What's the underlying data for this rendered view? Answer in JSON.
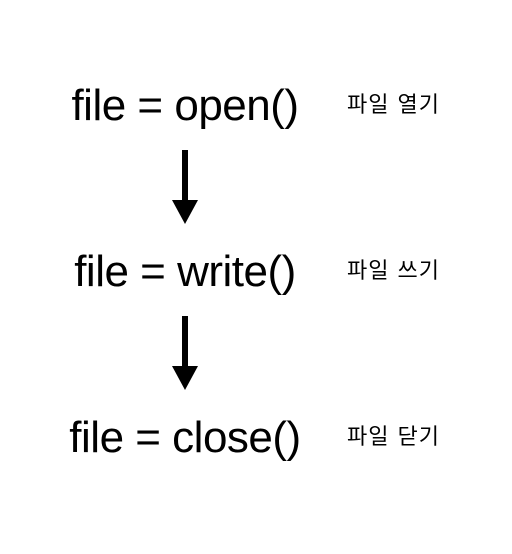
{
  "steps": [
    {
      "code": "file = open()",
      "description": "파일 열기"
    },
    {
      "code": "file = write()",
      "description": "파일 쓰기"
    },
    {
      "code": "file = close()",
      "description": "파일 닫기"
    }
  ],
  "colors": {
    "text": "#000000",
    "arrow": "#000000",
    "background": "#ffffff"
  },
  "icons": {
    "connector": "arrow-down-icon"
  }
}
